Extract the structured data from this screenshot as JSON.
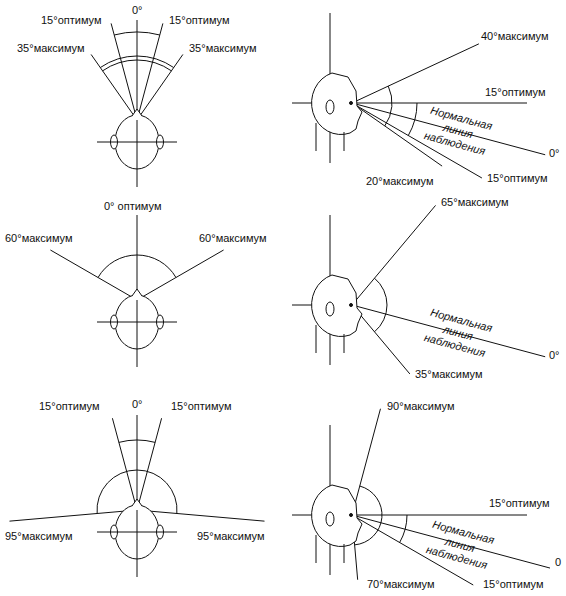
{
  "diagram": {
    "labels": [
      "0°",
      "15°оптимум",
      "15°оптимум",
      "35°максимум",
      "35°максимум",
      "40°максимум",
      "15°оптимум",
      "Нормальная линия наблюдения",
      "0°",
      "20°максимум",
      "15°оптимум",
      "0° оптимум",
      "60°максимум",
      "60°максимум",
      "65°максимум",
      "Нормальная линия наблюдения",
      "0°",
      "35°максимум",
      "15°оптимум",
      "0°",
      "15°оптимум",
      "95°максимум",
      "95°максимум",
      "90°максимум",
      "15°оптимум",
      "Нормальная линия наблюдения",
      "0",
      "70°максимум",
      "15°оптимум"
    ]
  }
}
